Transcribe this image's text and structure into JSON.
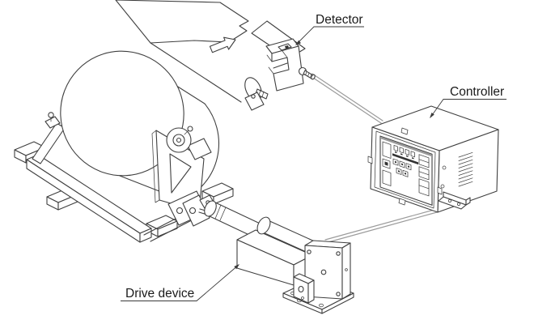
{
  "diagram": {
    "labels": {
      "detector": "Detector",
      "controller": "Controller",
      "drive_device": "Drive device"
    },
    "icons": {
      "web_direction_arrow": "arrow-up-right"
    },
    "colors": {
      "line": "#3f3f3f",
      "cable": "#9b9b9b",
      "label_text": "#1a1a1a",
      "panel_dark": "#333333",
      "background": "#ffffff"
    }
  }
}
